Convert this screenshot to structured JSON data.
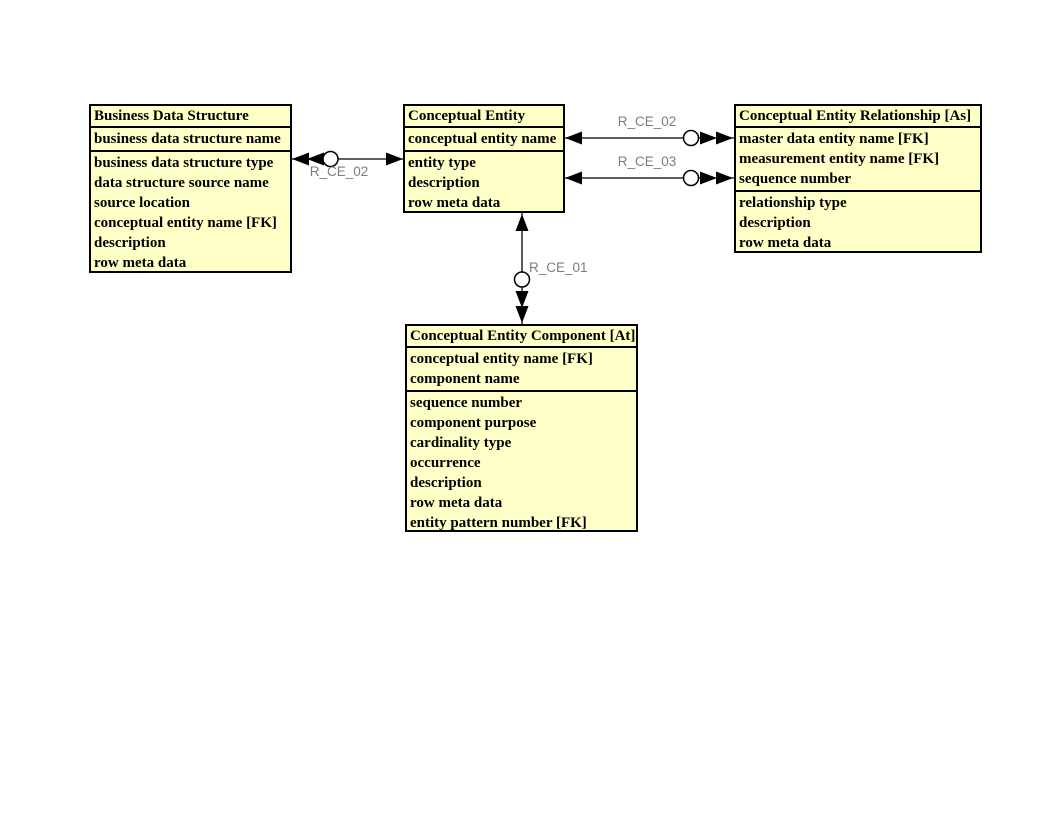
{
  "diagram": {
    "colors": {
      "canvas_bg": "#FFFFFF",
      "entity_fill": "#FFFFC8",
      "entity_border": "#000000",
      "relationship_label_color": "#7D7D7D"
    },
    "entities": [
      {
        "title": "Business Data Structure",
        "keys": [
          "business data structure name"
        ],
        "attributes": [
          "business data structure type",
          "data structure source name",
          "source location",
          "conceptual entity name [FK]",
          "description",
          "row meta data"
        ]
      },
      {
        "title": "Conceptual Entity",
        "keys": [
          "conceptual entity name"
        ],
        "attributes": [
          "entity type",
          "description",
          "row meta data"
        ]
      },
      {
        "title": "Conceptual Entity Relationship [As]",
        "keys": [
          "master data entity name [FK]",
          "measurement entity name [FK]",
          "sequence number"
        ],
        "attributes": [
          "relationship type",
          "description",
          "row meta data"
        ]
      },
      {
        "title": "Conceptual Entity Component [At]",
        "keys": [
          "conceptual entity name [FK]",
          "component name"
        ],
        "attributes": [
          "sequence number",
          "component purpose",
          "cardinality type",
          "occurrence",
          "description",
          "row meta data",
          "entity pattern number [FK]"
        ]
      }
    ],
    "relationships": [
      {
        "label": "R_CE_02"
      },
      {
        "label": "R_CE_02"
      },
      {
        "label": "R_CE_03"
      },
      {
        "label": "R_CE_01"
      }
    ]
  }
}
